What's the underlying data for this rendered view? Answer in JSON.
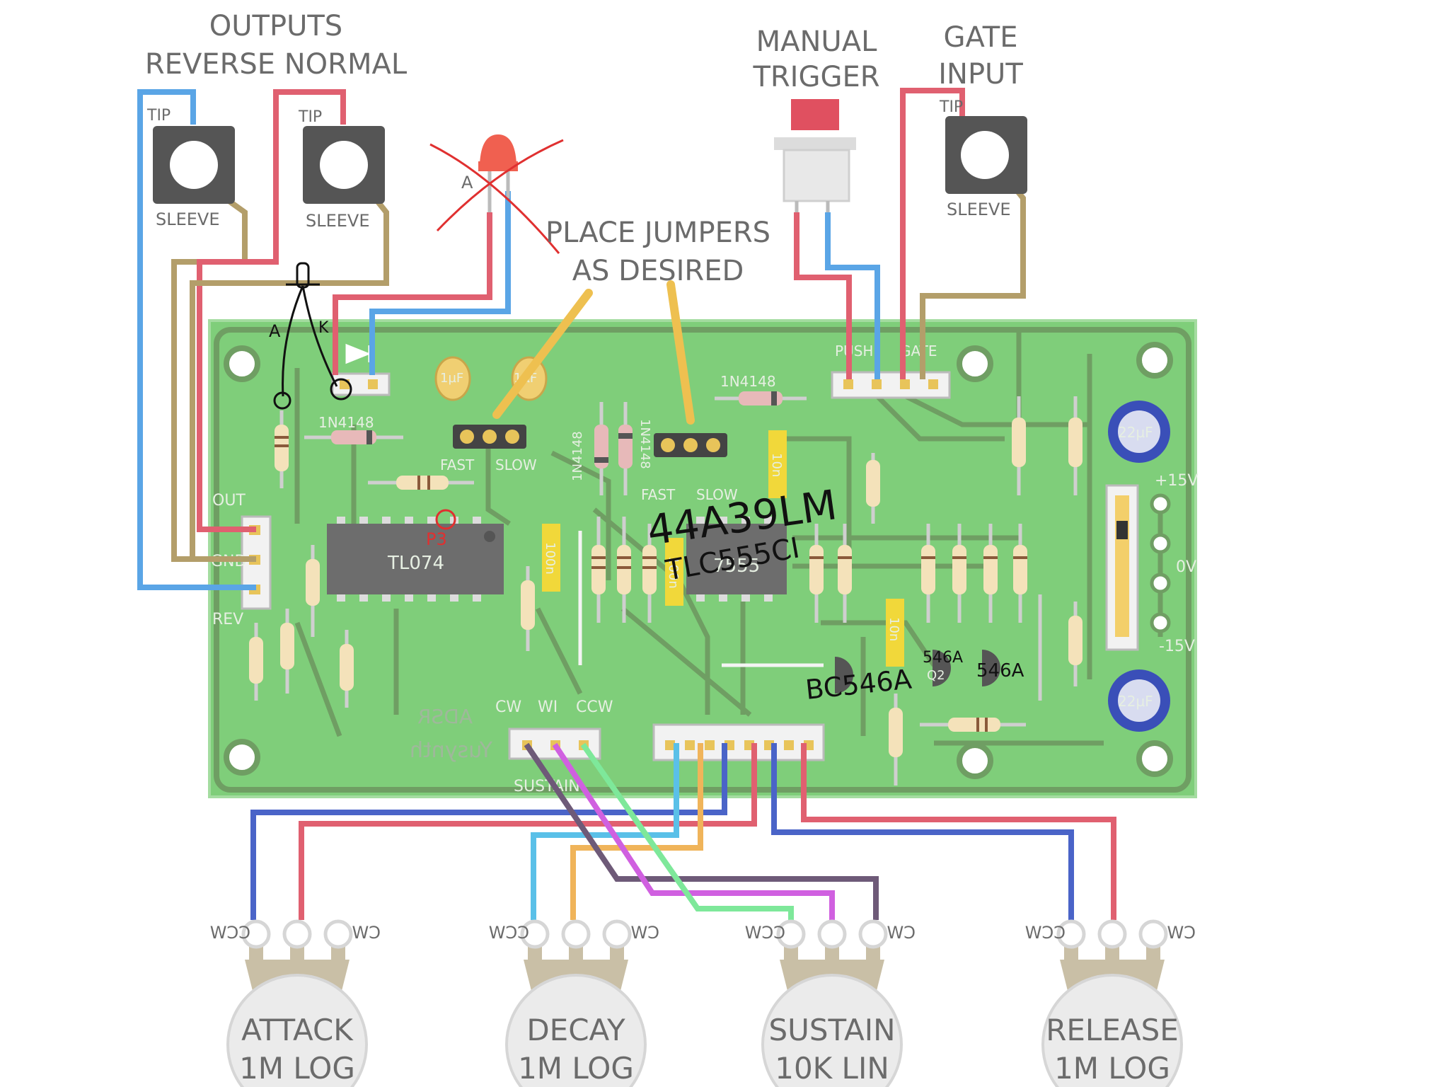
{
  "headings": {
    "outputs_line1": "OUTPUTS",
    "outputs_line2": "REVERSE NORMAL",
    "manual_line1": "MANUAL",
    "manual_line2": "TRIGGER",
    "gate_line1": "GATE",
    "gate_line2": "INPUT",
    "jumpers_line1": "PLACE JUMPERS",
    "jumpers_line2": "AS DESIRED"
  },
  "jacks": {
    "tip": "TIP",
    "sleeve": "SLEEVE"
  },
  "led_label": "A",
  "pcb": {
    "out_header": [
      "OUT",
      "GND",
      "REV"
    ],
    "diode_label": "1N4148",
    "cap_1uf": "1µF",
    "jumper_fast": "FAST",
    "jumper_slow": "SLOW",
    "ic1": "TL074",
    "ic2": "7555",
    "cap_100n": "100n",
    "cap_10n": "10n",
    "cap_22uf": "22µF",
    "power_labels": [
      "+15V",
      "0V",
      "-15V"
    ],
    "push": "PUSH",
    "gate": "GATE",
    "transistor": "Q2",
    "pot_header_labels": [
      "CW",
      "WI",
      "CCW"
    ],
    "sustain": "SUSTAIN",
    "brand": "Yusynth",
    "board_name": "ADSR"
  },
  "handwritten": {
    "chip_code": "44A39LM",
    "chip_name": "TLC555CI",
    "transistor_1": "BC546A",
    "transistor_2": "546A",
    "transistor_3": "546A",
    "red_mark": "P3",
    "led_a": "A",
    "led_k": "K"
  },
  "pots": [
    {
      "name": "ATTACK",
      "value": "1M LOG"
    },
    {
      "name": "DECAY",
      "value": "1M LOG"
    },
    {
      "name": "SUSTAIN",
      "value": "10K LIN"
    },
    {
      "name": "RELEASE",
      "value": "1M LOG"
    }
  ],
  "pot_pin_labels": {
    "ccw": "CCW",
    "cw": "CW"
  },
  "colors": {
    "pcb": "#7fce7a",
    "pcb_edge": "#9ed89a",
    "trace": "#6f9e63",
    "wire_red": "#e06070",
    "wire_blue": "#5aa5e6",
    "wire_tan": "#b39e6a",
    "wire_navy": "#4a64c8",
    "wire_orange": "#f0b45a",
    "wire_purple": "#6e5a78",
    "wire_magenta": "#d060e0",
    "wire_green": "#7ee89a",
    "cap_blue": "#3a4fb8",
    "annotation_red": "#e03030",
    "pointer_yellow": "#eec050"
  }
}
